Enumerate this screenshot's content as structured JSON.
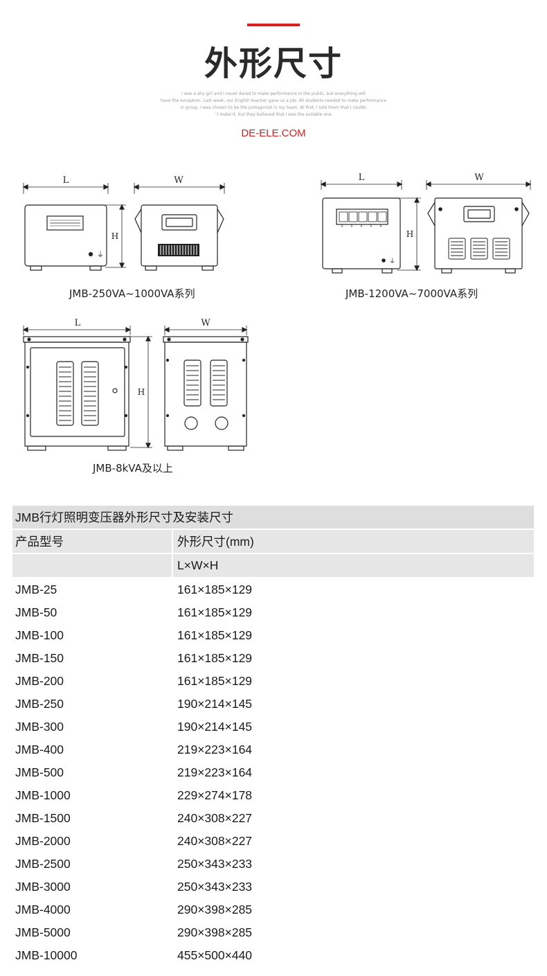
{
  "header": {
    "title": "外形尺寸",
    "subtext_lines": [
      "I was a shy girl and I never dared to make performance in the public, but everything will",
      "have the exception. Last week, our English teacher gave us a job. All students needed to make performance",
      "in group. I was chosen to be the protagonist in my team. At first, I told them that I couldn",
      "' t make it, but they believed that I was the suitable one."
    ],
    "site": "DE-ELE.COM"
  },
  "drawings": {
    "labels": {
      "l": "L",
      "w": "W",
      "h": "H"
    },
    "captions": [
      "JMB-250VA~1000VA系列",
      "JMB-1200VA~7000VA系列",
      "JMB-8kVA及以上"
    ]
  },
  "table": {
    "title": "JMB行灯照明变压器外形尺寸及安装尺寸",
    "col1_header": "产品型号",
    "col2_header": "外形尺寸(mm)",
    "col2_subheader": "L×W×H",
    "rows": [
      {
        "model": "JMB-25",
        "dims": "161×185×129"
      },
      {
        "model": "JMB-50",
        "dims": "161×185×129"
      },
      {
        "model": "JMB-100",
        "dims": "161×185×129"
      },
      {
        "model": "JMB-150",
        "dims": "161×185×129"
      },
      {
        "model": "JMB-200",
        "dims": "161×185×129"
      },
      {
        "model": "JMB-250",
        "dims": "190×214×145"
      },
      {
        "model": "JMB-300",
        "dims": "190×214×145"
      },
      {
        "model": "JMB-400",
        "dims": "219×223×164"
      },
      {
        "model": "JMB-500",
        "dims": "219×223×164"
      },
      {
        "model": "JMB-1000",
        "dims": "229×274×178"
      },
      {
        "model": "JMB-1500",
        "dims": "240×308×227"
      },
      {
        "model": "JMB-2000",
        "dims": "240×308×227"
      },
      {
        "model": "JMB-2500",
        "dims": "250×343×233"
      },
      {
        "model": "JMB-3000",
        "dims": "250×343×233"
      },
      {
        "model": "JMB-4000",
        "dims": "290×398×285"
      },
      {
        "model": "JMB-5000",
        "dims": "290×398×285"
      },
      {
        "model": "JMB-10000",
        "dims": "455×500×440"
      }
    ]
  }
}
